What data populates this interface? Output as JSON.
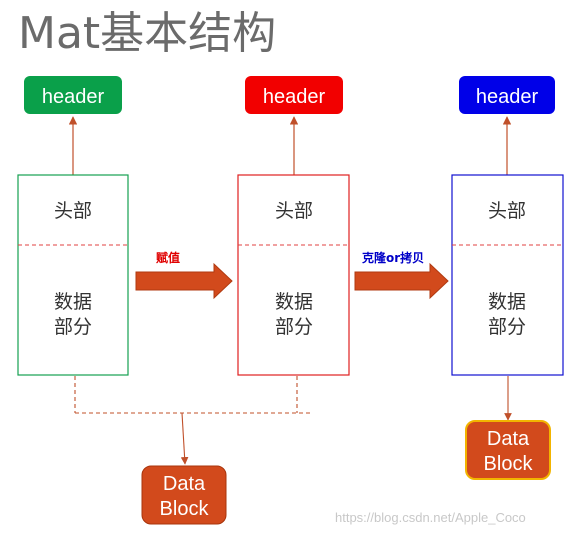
{
  "title": "Mat基本结构",
  "header_label": "header",
  "mats": [
    {
      "header_color": "#0aa04a",
      "border_color": "#14a050",
      "head_label": "头部",
      "data_line1": "数据",
      "data_line2": "部分"
    },
    {
      "header_color": "#f20000",
      "border_color": "#e02020",
      "head_label": "头部",
      "data_line1": "数据",
      "data_line2": "部分"
    },
    {
      "header_color": "#0000e8",
      "border_color": "#1010d0",
      "head_label": "头部",
      "data_line1": "数据",
      "data_line2": "部分"
    }
  ],
  "arrows": [
    {
      "label": "赋值",
      "label_color": "#e00000"
    },
    {
      "label": "克隆or拷贝",
      "label_color": "#0000c8"
    }
  ],
  "data_blocks": [
    {
      "line1": "Data",
      "line2": "Block"
    },
    {
      "line1": "Data",
      "line2": "Block"
    }
  ],
  "colors": {
    "connector": "#c0502a",
    "big_arrow": "#d24a1c",
    "shared_block": "#d24a1c",
    "copied_block": "#d24a1c",
    "copied_block_border": "#f2b400"
  },
  "watermark": "https://blog.csdn.net/Apple_Coco"
}
